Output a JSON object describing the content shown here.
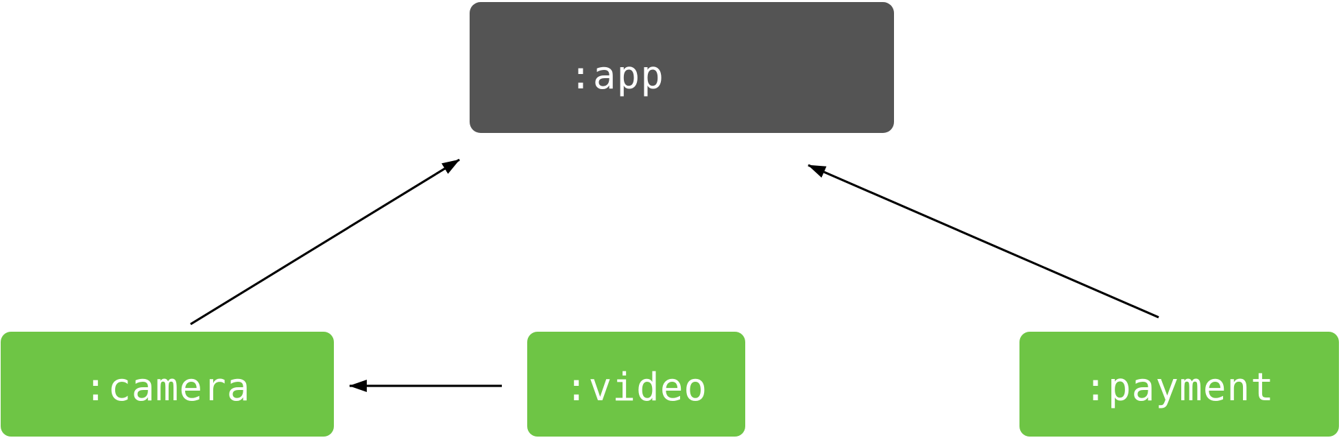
{
  "diagram": {
    "title": "module dependency graph",
    "colors": {
      "background": "#ffffff",
      "app_node": "#545454",
      "feature_node": "#6EC545",
      "label_text": "#ffffff",
      "arrow": "#000000"
    },
    "nodes": [
      {
        "id": "app",
        "label": ":app",
        "kind": "app-module"
      },
      {
        "id": "camera",
        "label": ":camera",
        "kind": "feature-module"
      },
      {
        "id": "video",
        "label": ":video",
        "kind": "feature-module"
      },
      {
        "id": "payment",
        "label": ":payment",
        "kind": "feature-module"
      }
    ],
    "edges": [
      {
        "from": ":camera",
        "to": ":app",
        "description": "camera depends on app"
      },
      {
        "from": ":payment",
        "to": ":app",
        "description": "payment depends on app"
      },
      {
        "from": ":video",
        "to": ":camera",
        "description": "video depends on camera"
      }
    ]
  }
}
